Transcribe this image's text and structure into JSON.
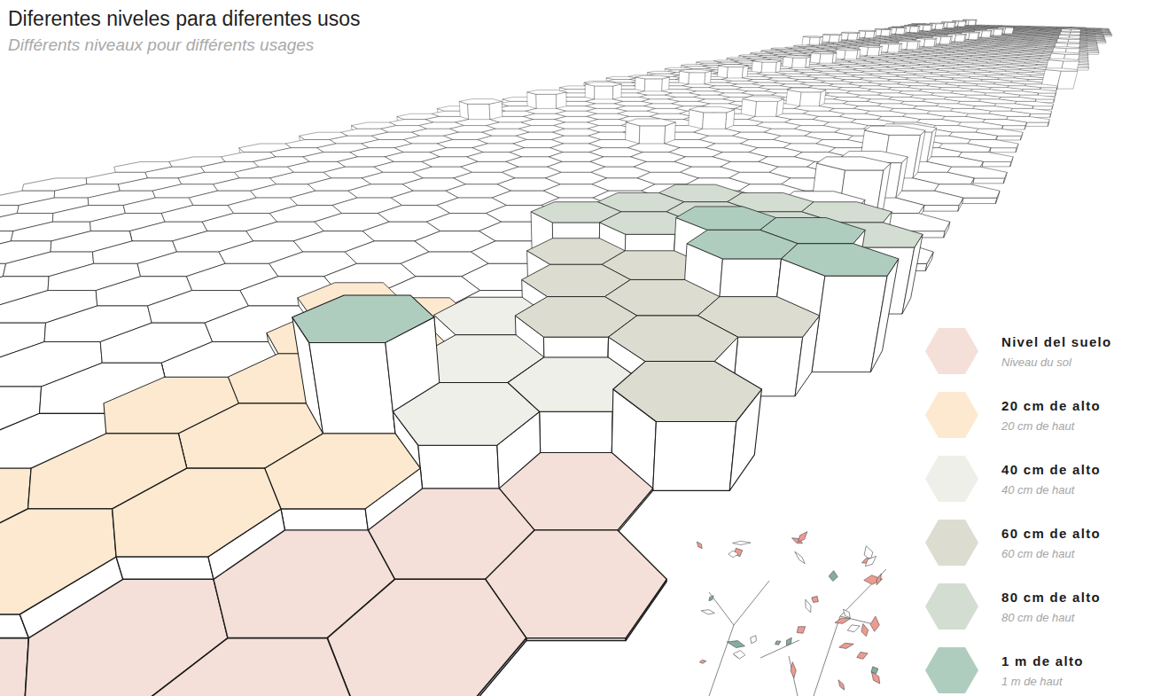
{
  "diagram": {
    "title": "Diferentes niveles para diferentes usos",
    "caption": "Différents niveaux pour différents usages",
    "labels": [
      "Niveau du sol",
      "20 cm de haut",
      "40 cm de haut",
      "60 cm de haut",
      "80 cm de haut",
      "1 m de haut"
    ],
    "legend": [
      {
        "text": "Nivel del suelo",
        "color": "#f4e0d8"
      },
      {
        "text": "20 cm de alto",
        "color": "#fde9d0"
      },
      {
        "text": "40 cm de alto",
        "color": "#efefe9"
      },
      {
        "text": "60 cm de alto",
        "color": "#dcddd0"
      },
      {
        "text": "80 cm de alto",
        "color": "#d3ddd2"
      },
      {
        "text": "1 m de alto",
        "color": "#afcdbf"
      }
    ]
  }
}
